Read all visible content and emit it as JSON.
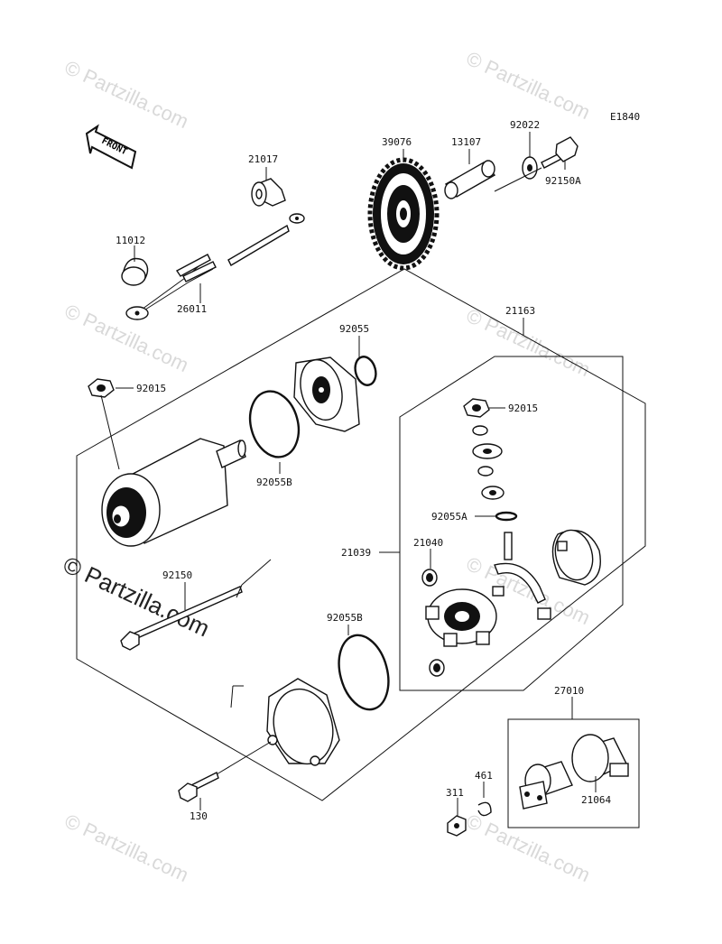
{
  "diagram_code": "E1840",
  "front_label": "FRONT",
  "watermark": "© Partzilla.com",
  "watermark_main": "© Partzilla.com",
  "labels": {
    "p21017": "21017",
    "p11012": "11012",
    "p26011": "26011",
    "p39076": "39076",
    "p13107": "13107",
    "p92022": "92022",
    "p92150A": "92150A",
    "p21163": "21163",
    "p92055": "92055",
    "p92015a": "92015",
    "p92055B_top": "92055B",
    "p92015b": "92015",
    "p92055A": "92055A",
    "p21039": "21039",
    "p21040": "21040",
    "p92150": "92150",
    "p92055B_bot": "92055B",
    "p27010": "27010",
    "p461": "461",
    "p311": "311",
    "p21064": "21064",
    "p130": "130"
  }
}
